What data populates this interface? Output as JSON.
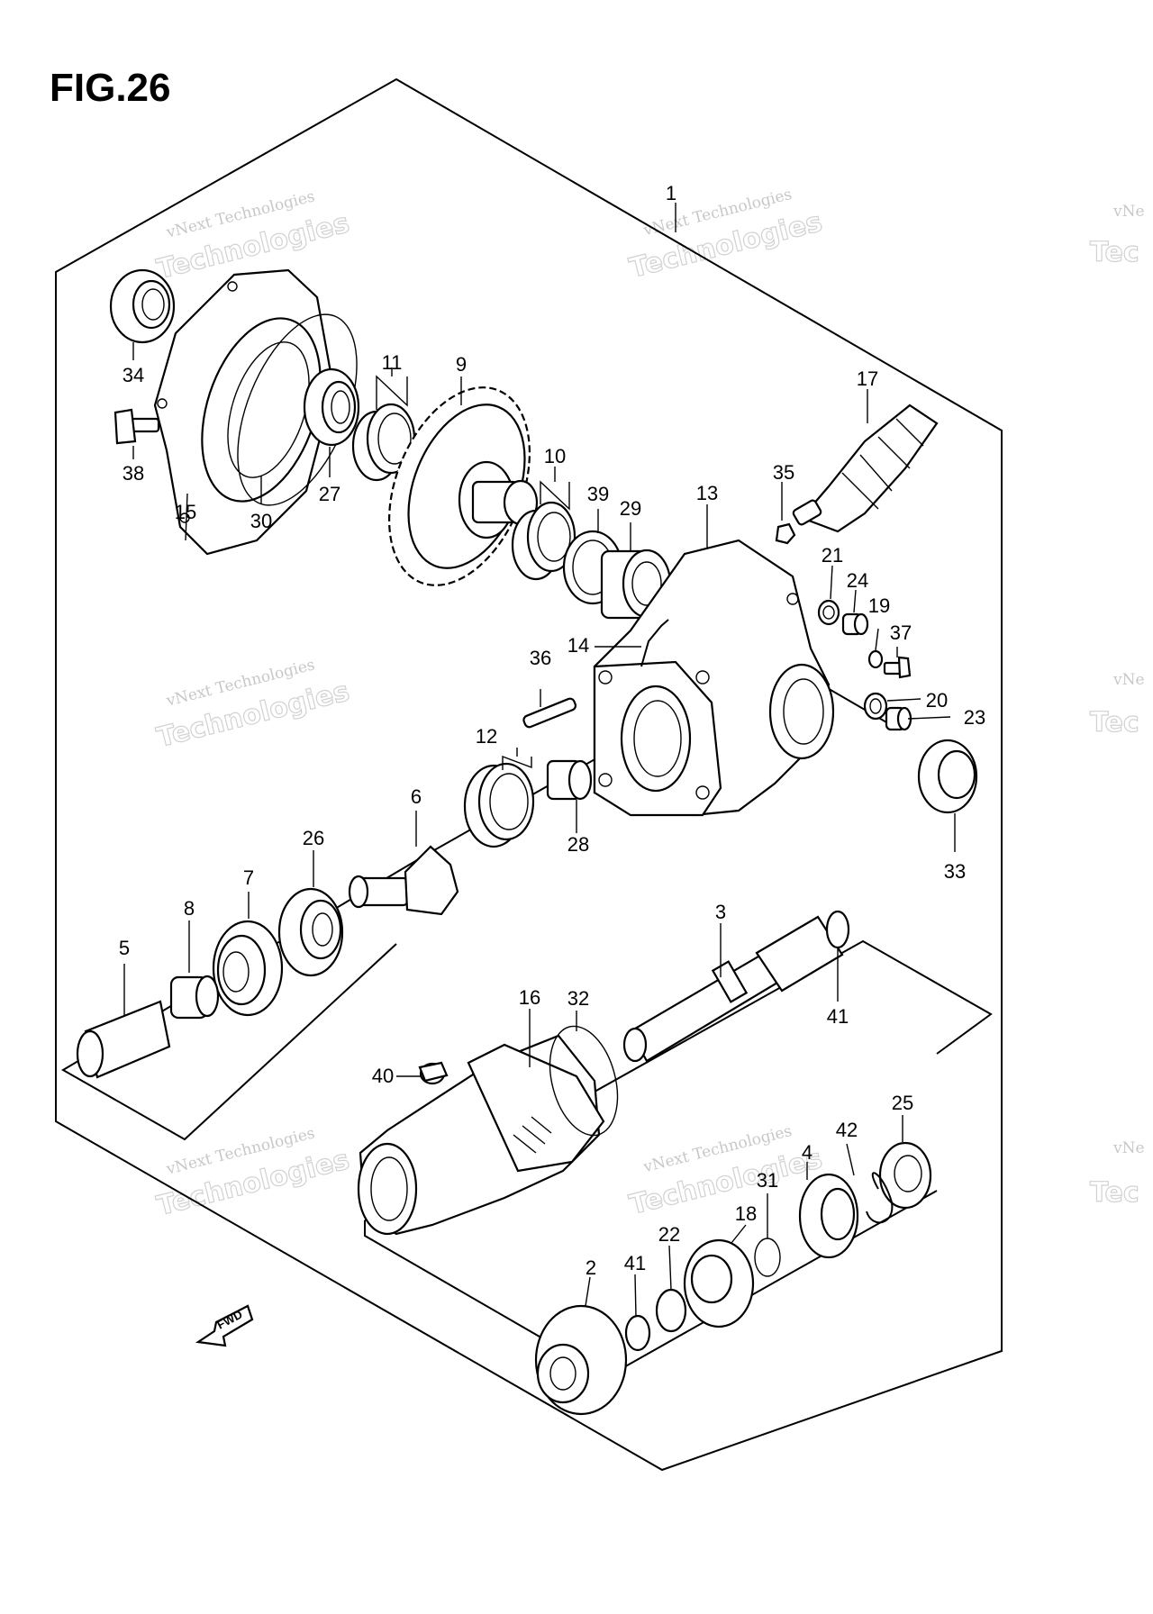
{
  "figure": {
    "title": "FIG.26"
  },
  "watermark": {
    "line1": "vNext Technologies",
    "line2": "Technologies"
  },
  "fwd_marker": {
    "label": "FWD"
  },
  "callouts": {
    "c1": "1",
    "c2": "2",
    "c3": "3",
    "c4": "4",
    "c5": "5",
    "c6": "6",
    "c7": "7",
    "c8": "8",
    "c9": "9",
    "c10": "10",
    "c11": "11",
    "c12": "12",
    "c13": "13",
    "c14": "14",
    "c15": "15",
    "c16": "16",
    "c17": "17",
    "c18": "18",
    "c19": "19",
    "c20": "20",
    "c21": "21",
    "c22": "22",
    "c23": "23",
    "c24": "24",
    "c25": "25",
    "c26": "26",
    "c27": "27",
    "c28": "28",
    "c29": "29",
    "c30": "30",
    "c31": "31",
    "c32": "32",
    "c33": "33",
    "c34": "34",
    "c35": "35",
    "c36": "36",
    "c37": "37",
    "c38": "38",
    "c39": "39",
    "c40": "40",
    "c41a": "41",
    "c41b": "41",
    "c42": "42"
  }
}
